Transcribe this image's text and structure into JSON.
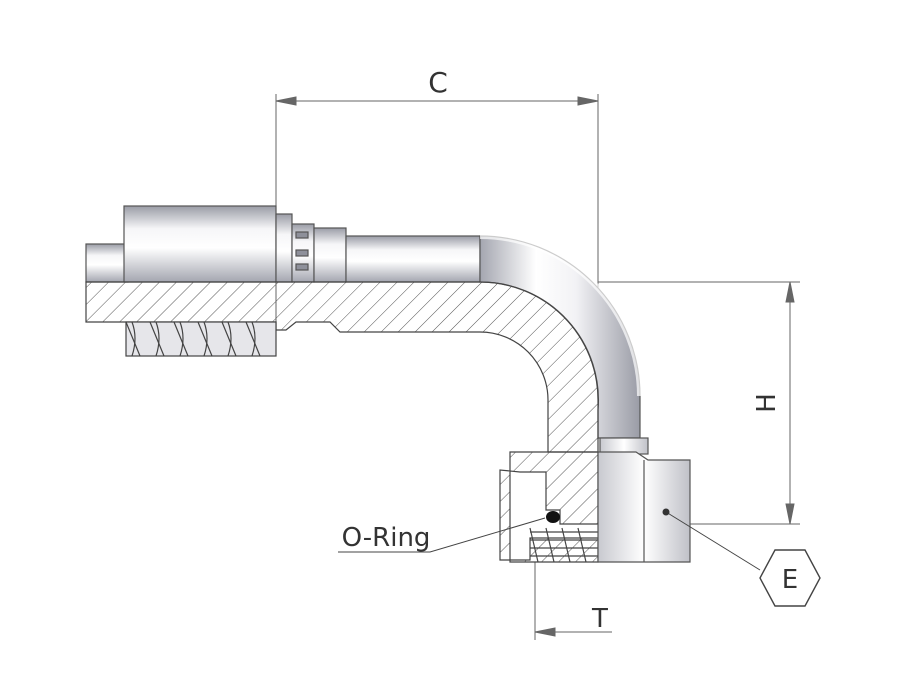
{
  "labels": {
    "dim_c": "C",
    "dim_h": "H",
    "dim_t": "T",
    "hex_e": "E",
    "oring": "O-Ring"
  },
  "colors": {
    "line": "#555555",
    "metal_light": "#f4f4f6",
    "metal_mid": "#cfd0d6",
    "metal_dark": "#8e909a",
    "hatch": "#444444"
  }
}
